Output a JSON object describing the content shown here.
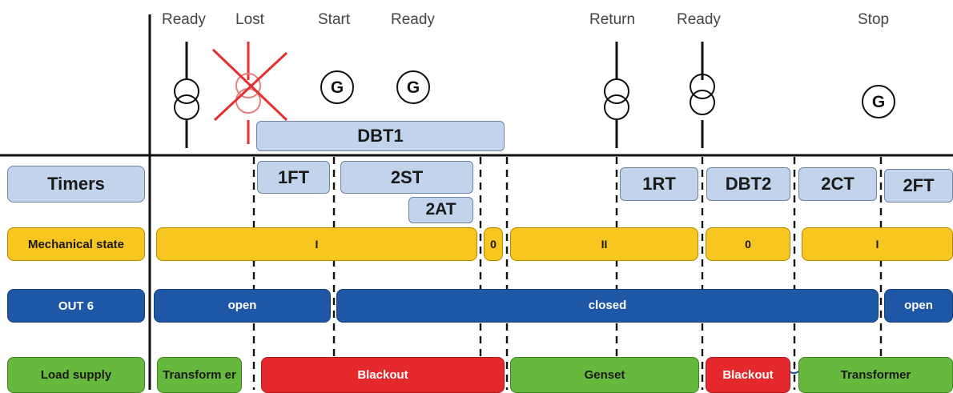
{
  "events": [
    {
      "key": "ready1",
      "label": "Ready"
    },
    {
      "key": "lost",
      "label": "Lost"
    },
    {
      "key": "start",
      "label": "Start"
    },
    {
      "key": "ready2",
      "label": "Ready"
    },
    {
      "key": "return",
      "label": "Return"
    },
    {
      "key": "ready3",
      "label": "Ready"
    },
    {
      "key": "stop",
      "label": "Stop"
    }
  ],
  "symbols": {
    "generator_letter": "G",
    "sources": [
      "transformer",
      "transformer-lost",
      "generator",
      "generator",
      "transformer",
      "transformer",
      "generator"
    ]
  },
  "rows": {
    "timers": "Timers",
    "mechanical_state": "Mechanical state",
    "out": "OUT 6",
    "load_supply": "Load supply"
  },
  "timers": {
    "dbt1": "DBT1",
    "t1ft": "1FT",
    "t2st": "2ST",
    "t2at": "2AT",
    "t1rt": "1RT",
    "dbt2": "DBT2",
    "t2ct": "2CT",
    "t2ft": "2FT"
  },
  "mechanical": {
    "s1": "I",
    "s2": "0",
    "s3": "II",
    "s4": "0",
    "s5": "I"
  },
  "out6": {
    "s1": "open",
    "s2": "closed",
    "s3": "open"
  },
  "load": {
    "s1": "Transform er",
    "s2": "Blackout",
    "s3": "Genset",
    "s4": "Blackout",
    "s5": "Transformer"
  },
  "colors": {
    "timer_fill": "#c2d3ec",
    "mechanical_fill": "#f7c620",
    "out_fill": "#1f57a7",
    "supply_ok": "#67b93e",
    "blackout": "#e5282b",
    "lost_cross": "#e53030"
  }
}
